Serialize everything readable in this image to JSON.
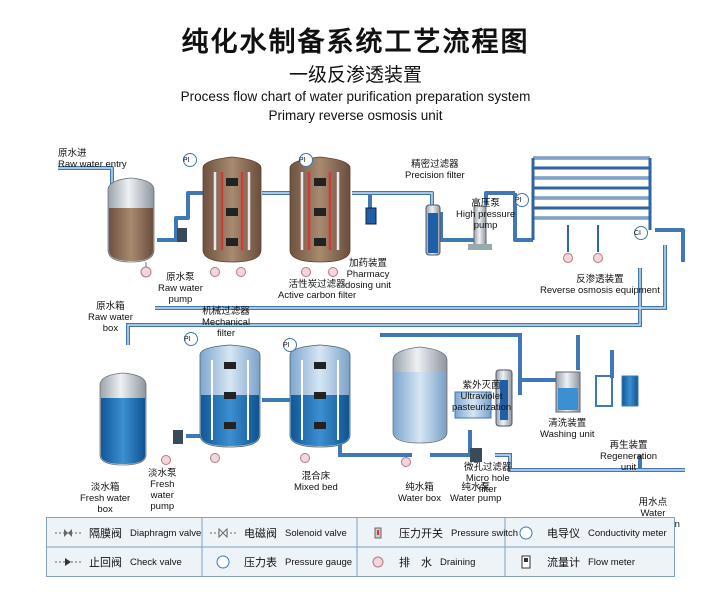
{
  "header": {
    "title_cn": "纯化水制备系统工艺流程图",
    "subtitle_cn": "一级反渗透装置",
    "title_en": "Process flow chart of water purification preparation system",
    "subtitle_en": "Primary reverse osmosis unit"
  },
  "labels": {
    "raw_entry_cn": "原水进",
    "raw_entry_en": "Raw water entry",
    "raw_box_cn": "原水箱",
    "raw_box_en": "Raw water\nbox",
    "raw_pump_cn": "原水泵",
    "raw_pump_en": "Raw water\npump",
    "mech_cn": "机械过滤器",
    "mech_en": "Mechanical\nfilter",
    "carbon_cn": "活性炭过滤器",
    "carbon_en": "Active carbon filter",
    "dosing_cn": "加药装置",
    "dosing_en": "Pharmacy\ndosing unit",
    "precision_cn": "精密过滤器",
    "precision_en": "Precision filter",
    "hp_pump_cn": "高压泵",
    "hp_pump_en": "High pressure\npump",
    "ro_cn": "反渗透装置",
    "ro_en": "Reverse osmosis equipment",
    "fresh_box_cn": "淡水箱",
    "fresh_box_en": "Fresh water\nbox",
    "fresh_pump_cn": "淡水泵",
    "fresh_pump_en": "Fresh\nwater\npump",
    "mixed_cn": "混合床",
    "mixed_en": "Mixed bed",
    "uv_cn": "紫外灭菌",
    "uv_en": "Ultraviolet\npasteurization",
    "micro_cn": "微孔过滤器",
    "micro_en": "Micro hole\nfilter",
    "water_box_cn": "纯水箱",
    "water_box_en": "Water box",
    "water_pump_cn": "纯水泵",
    "water_pump_en": "Water pump",
    "washing_cn": "清洗装置",
    "washing_en": "Washing unit",
    "regen_cn": "再生装置",
    "regen_en": "Regeneration\nunit",
    "consumption_cn": "用水点",
    "consumption_en": "Water\nconsumption\npoint"
  },
  "gauge_symbol": "PI",
  "conductivity_symbol": "CI",
  "legend": [
    {
      "cn": "隔膜阀",
      "en": "Diaphragm valve",
      "icon": "diaphragm-valve"
    },
    {
      "cn": "电磁阀",
      "en": "Solenoid valve",
      "icon": "solenoid-valve"
    },
    {
      "cn": "压力开关",
      "en": "Pressure switch",
      "icon": "pressure-switch"
    },
    {
      "cn": "电导仪",
      "en": "Conductivity meter",
      "icon": "conductivity-meter"
    },
    {
      "cn": "止回阀",
      "en": "Check valve",
      "icon": "check-valve"
    },
    {
      "cn": "压力表",
      "en": "Pressure gauge",
      "icon": "pressure-gauge"
    },
    {
      "cn": "排　水",
      "en": "Draining",
      "icon": "drain"
    },
    {
      "cn": "流量计",
      "en": "Flow meter",
      "icon": "flow-meter"
    }
  ],
  "colors": {
    "pipe": "#3f78b4",
    "pipe_light": "#cfe0f0",
    "brown_tank": "#8b6a52",
    "blue_tank": "#1e6fb5",
    "steel": "#c9ced4",
    "legend_bg": "#eef3f8"
  }
}
